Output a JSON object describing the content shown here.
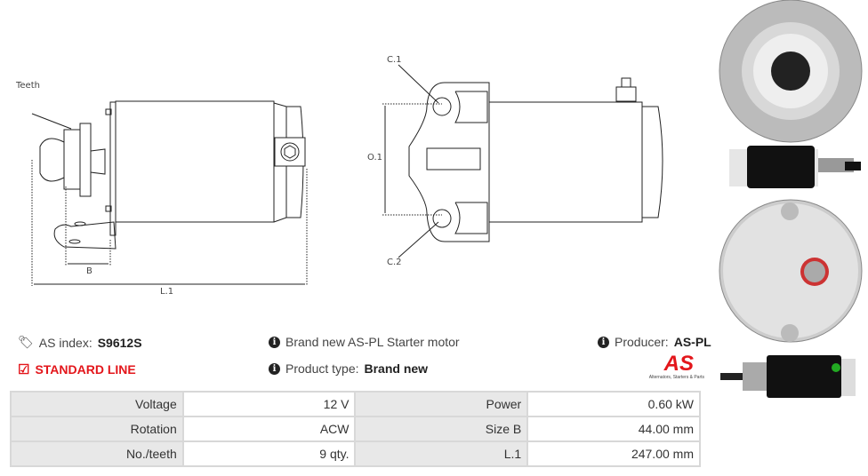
{
  "drawing": {
    "teeth": "Teeth",
    "b": "B",
    "l1": "L.1",
    "c1": "C.1",
    "c2": "C.2",
    "o1": "O.1"
  },
  "info": {
    "index_label": "AS index:",
    "index_value": "S9612S",
    "line": "STANDARD LINE",
    "description": "Brand new AS-PL Starter motor",
    "product_type_label": "Product type:",
    "product_type_value": "Brand new",
    "producer_label": "Producer:",
    "producer_value": "AS-PL"
  },
  "logo": {
    "text": "AS",
    "tagline": "Alternators, Starters & Parts",
    "color": "#e3161b"
  },
  "specs": [
    {
      "k1": "Voltage",
      "v1": "12 V",
      "k2": "Power",
      "v2": "0.60 kW"
    },
    {
      "k1": "Rotation",
      "v1": "ACW",
      "k2": "Size B",
      "v2": "44.00 mm"
    },
    {
      "k1": "No./teeth",
      "v1": "9 qty.",
      "k2": "L.1",
      "v2": "247.00 mm"
    }
  ]
}
